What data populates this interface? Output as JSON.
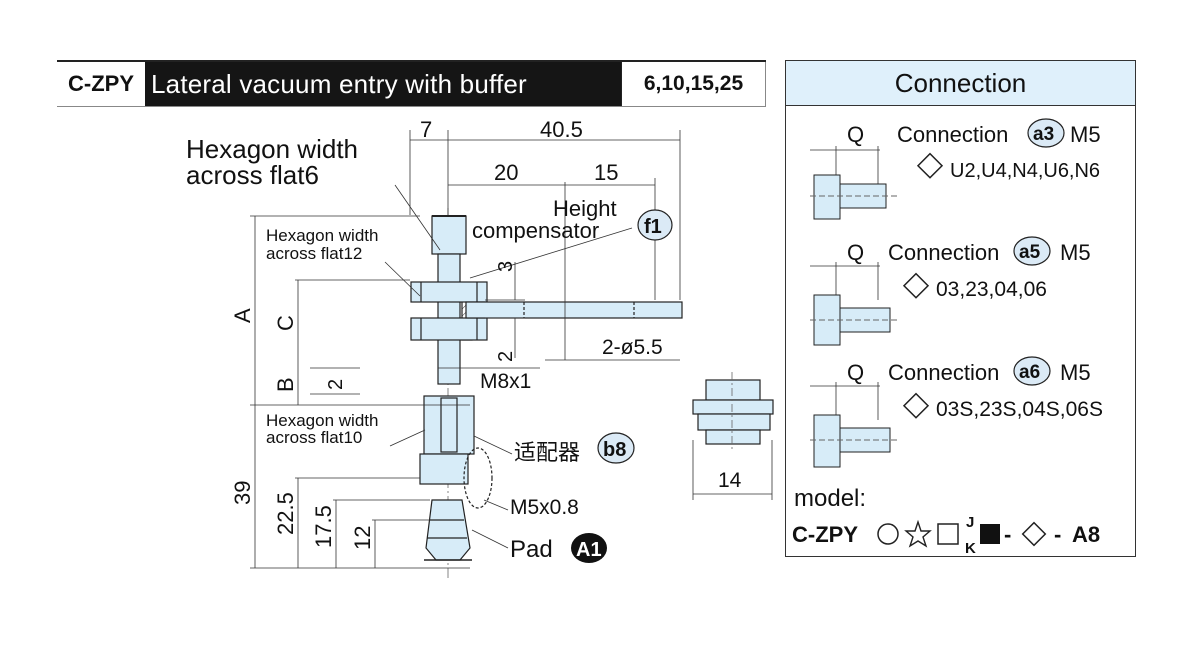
{
  "header": {
    "model_code": "C-ZPY",
    "title": "Lateral vacuum entry with buffer",
    "sizes": "6,10,15,25"
  },
  "drawing": {
    "dims": {
      "d7": "7",
      "d40_5": "40.5",
      "d20": "20",
      "d15": "15",
      "d3": "3",
      "d2a": "2",
      "d2b": "2",
      "d2_phi": "2-ø5.5",
      "m8": "M8x1",
      "dA": "A",
      "dB": "B",
      "dC": "C",
      "d39": "39",
      "d22_5": "22.5",
      "d17_5": "17.5",
      "d12": "12",
      "d14": "14",
      "m5": "M5x0.8"
    },
    "labels": {
      "hex6_line1": "Hexagon width",
      "hex6_line2": "across flat6",
      "hex12_line1": "Hexagon width",
      "hex12_line2": "across flat12",
      "hex10_line1": "Hexagon width",
      "hex10_line2": "across flat10",
      "height_line1": "Height",
      "height_line2": "compensator",
      "height_badge": "f1",
      "adapter": "适配器",
      "adapter_badge": "b8",
      "pad": "Pad",
      "pad_badge": "A1"
    }
  },
  "connection": {
    "title": "Connection",
    "items": [
      {
        "q": "Q",
        "label": "Connection",
        "badge": "a3",
        "thread": "M5",
        "options": "U2,U4,N4,U6,N6"
      },
      {
        "q": "Q",
        "label": "Connection",
        "badge": "a5",
        "thread": "M5",
        "options": "03,23,04,06"
      },
      {
        "q": "Q",
        "label": "Connection",
        "badge": "a6",
        "thread": "M5",
        "options": "03S,23S,04S,06S"
      }
    ]
  },
  "model": {
    "label": "model:",
    "prefix": "C-ZPY",
    "j": "J",
    "k": "K",
    "suffix": "A8"
  },
  "colors": {
    "part_fill": "#d7ecf8",
    "header_bg": "#151515",
    "badge_bg": "#dbeaf6"
  }
}
